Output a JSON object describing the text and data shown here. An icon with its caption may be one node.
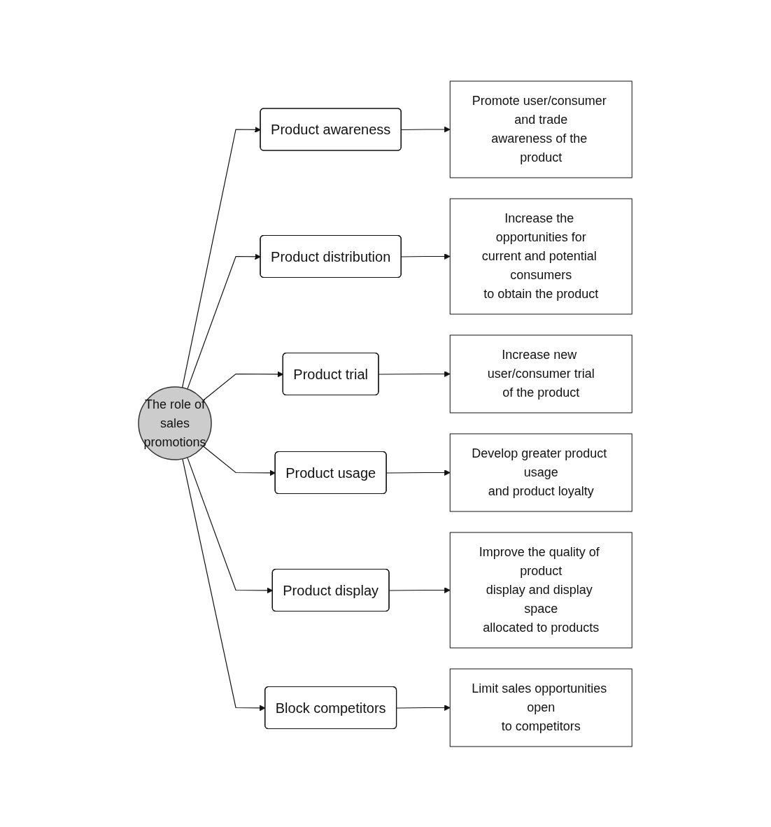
{
  "diagram": {
    "nodes": [
      {
        "text": [
          "The role of sales promotions"
        ]
      },
      {
        "text": [
          "Product awareness"
        ]
      },
      {
        "text": [
          "Product distribution"
        ]
      },
      {
        "text": [
          "Product trial"
        ]
      },
      {
        "text": [
          "Product usage"
        ]
      },
      {
        "text": [
          "Product display"
        ]
      },
      {
        "text": [
          "Block competitors"
        ]
      },
      {
        "text": [
          "Promote user/consumer and trade awareness of the product"
        ]
      },
      {
        "text": [
          "Increase the opportunities for current and potential consumers to obtain the product"
        ]
      },
      {
        "text": [
          "Increase new user/consumer trial of the product"
        ]
      },
      {
        "text": [
          "Develop greater product usage and product loyalty"
        ]
      },
      {
        "text": [
          "Improve the quality of product display and display space allocated to products"
        ]
      },
      {
        "text": [
          "Limit sales opportunities open to competitors"
        ]
      }
    ],
    "edges": [
      {
        "from": 0,
        "to": 1,
        "arrow": "to"
      },
      {
        "from": 0,
        "to": 2,
        "arrow": "to"
      },
      {
        "from": 0,
        "to": 3,
        "arrow": "to"
      },
      {
        "from": 0,
        "to": 4,
        "arrow": "to"
      },
      {
        "from": 0,
        "to": 5,
        "arrow": "to"
      },
      {
        "from": 0,
        "to": 6,
        "arrow": "to"
      },
      {
        "from": 1,
        "to": 7,
        "arrow": "to"
      },
      {
        "from": 2,
        "to": 8,
        "arrow": "to"
      },
      {
        "from": 3,
        "to": 9,
        "arrow": "to"
      },
      {
        "from": 4,
        "to": 10,
        "arrow": "to"
      },
      {
        "from": 5,
        "to": 11,
        "arrow": "to"
      },
      {
        "from": 6,
        "to": 12,
        "arrow": "to"
      }
    ]
  }
}
